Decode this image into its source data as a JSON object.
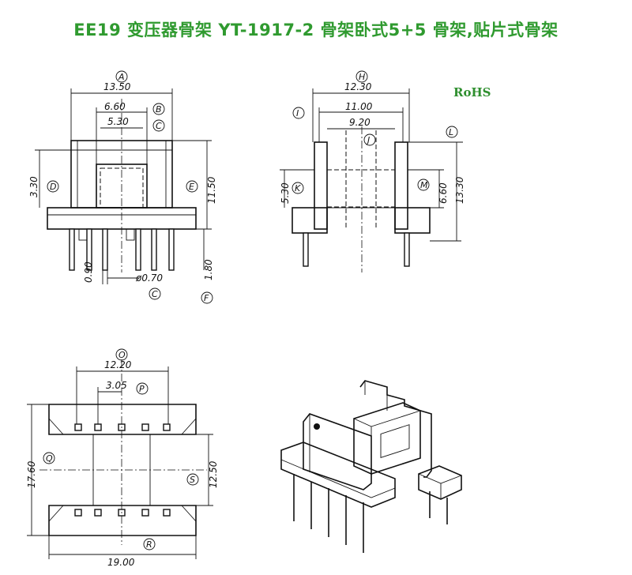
{
  "title": "EE19 变压器骨架  YT-1917-2  骨架卧式5+5  骨架,贴片式骨架",
  "rohs": "RoHS",
  "colors": {
    "title": "#2f9a2f",
    "rohs": "#2f8f2f",
    "ink": "#111111"
  },
  "front_view": {
    "dim_A": "13.50",
    "label_A": "A",
    "dim_B": "6.60",
    "label_B": "B",
    "dim_C": "5.30",
    "label_C": "C",
    "dim_D": "3.30",
    "label_D": "D",
    "dim_E": "11.50",
    "label_E": "E",
    "dim_pin_gap": "0.90",
    "dim_pin_dia": "ø0.70",
    "label_pin_C": "C",
    "dim_F": "1.80",
    "label_F": "F"
  },
  "side_view": {
    "dim_H": "12.30",
    "label_H": "H",
    "dim_I_val": "11.00",
    "label_I": "I",
    "dim_J": "9.20",
    "label_J": "J",
    "label_L": "L",
    "dim_K": "5.30",
    "label_K": "K",
    "dim_M": "6.60",
    "label_M": "M",
    "dim_total": "13.30"
  },
  "bottom_view": {
    "dim_O": "12.20",
    "label_O": "O",
    "dim_P": "3.05",
    "label_P": "P",
    "dim_Q": "17.60",
    "label_Q": "Q",
    "dim_S": "12.50",
    "label_S": "S",
    "dim_R": "19.00",
    "label_R": "R"
  }
}
